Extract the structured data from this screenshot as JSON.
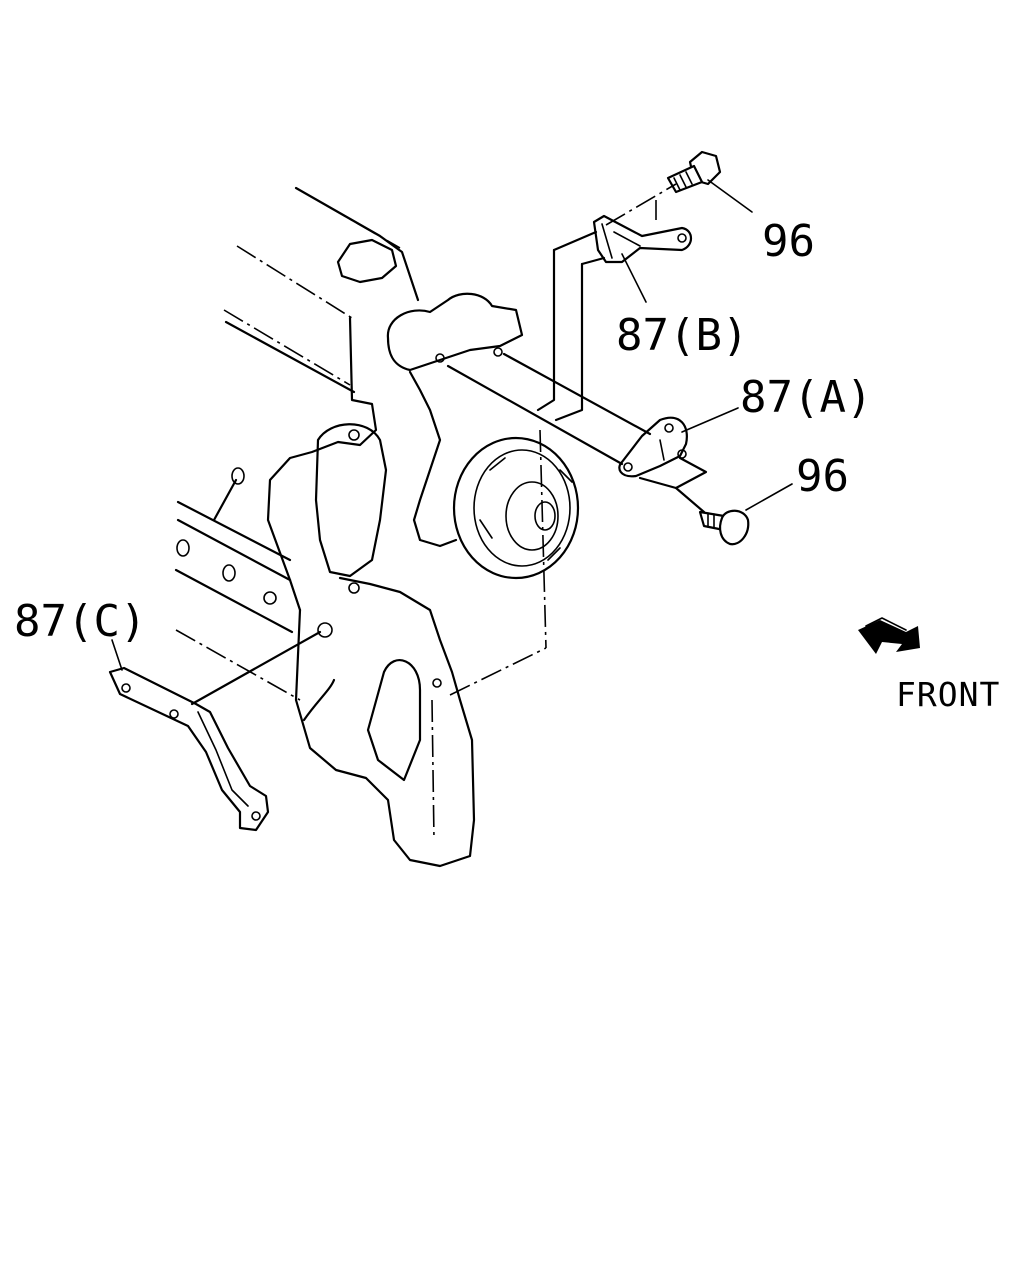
{
  "labels": {
    "bolt_top": "96",
    "bracket_b": "87(B)",
    "bracket_a": "87(A)",
    "bolt_bottom": "96",
    "bracket_c": "87(C)",
    "front": "FRONT"
  },
  "icons": {
    "front_arrow": "direction-arrow-icon"
  }
}
